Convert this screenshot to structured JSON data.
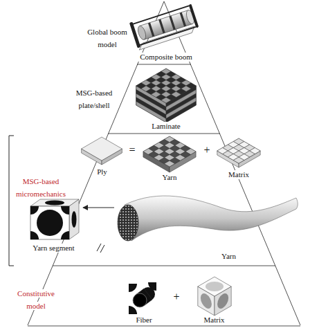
{
  "diagram": {
    "nodes": [
      {
        "text": [
          "Composite boom"
        ]
      },
      {
        "text": [
          "Laminate"
        ]
      },
      {
        "text": [
          "Ply"
        ]
      },
      {
        "text": [
          "Yarn"
        ]
      },
      {
        "text": [
          "Matrix"
        ]
      },
      {
        "text": [
          "Yarn segment"
        ]
      },
      {
        "text": [
          "Yarn"
        ]
      },
      {
        "text": [
          "Fiber"
        ]
      },
      {
        "text": [
          "Matrix"
        ]
      }
    ],
    "edges": [
      {
        "from": 6,
        "to": 5,
        "arrow": "to"
      }
    ],
    "labels": [
      "Global boom model",
      "MSG-based plate/shell",
      "=",
      "+",
      "MSG-based micromechanics",
      "Constitutive model",
      "+"
    ]
  }
}
